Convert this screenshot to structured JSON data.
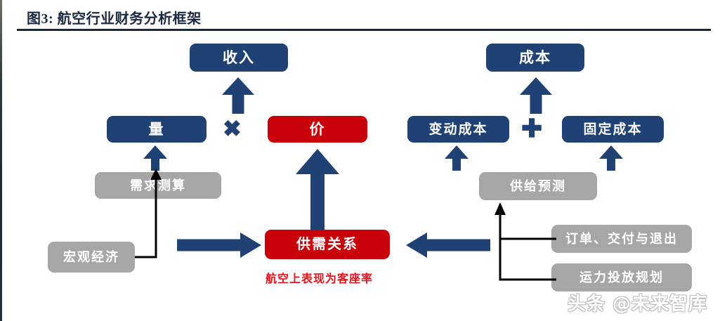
{
  "figure": {
    "title": "图3:  航空行业财务分析框架",
    "accent_navy": "#1f4173",
    "accent_red": "#c8010b",
    "accent_gray": "#a6a6a6",
    "rule_color": "#18263a"
  },
  "nodes": {
    "revenue": {
      "label": "收入",
      "color": "navy"
    },
    "volume": {
      "label": "量",
      "color": "navy"
    },
    "price": {
      "label": "价",
      "color": "red"
    },
    "cost": {
      "label": "成本",
      "color": "navy"
    },
    "variable_cost": {
      "label": "变动成本",
      "color": "navy"
    },
    "fixed_cost": {
      "label": "固定成本",
      "color": "navy"
    },
    "demand_forecast": {
      "label": "需求测算",
      "color": "gray"
    },
    "macro_economy": {
      "label": "宏观经济",
      "color": "gray"
    },
    "supply_demand": {
      "label": "供需关系",
      "color": "red"
    },
    "supply_forecast": {
      "label": "供给预测",
      "color": "gray"
    },
    "orders": {
      "label": "订单、交付与退出",
      "color": "gray"
    },
    "capacity_plan": {
      "label": "运力投放规划",
      "color": "gray"
    }
  },
  "operators": {
    "multiply": "✖",
    "plus": "✚"
  },
  "annotations": {
    "supply_demand_caption": "航空上表现为客座率"
  },
  "watermark": {
    "text": "头条 @未来智库"
  }
}
